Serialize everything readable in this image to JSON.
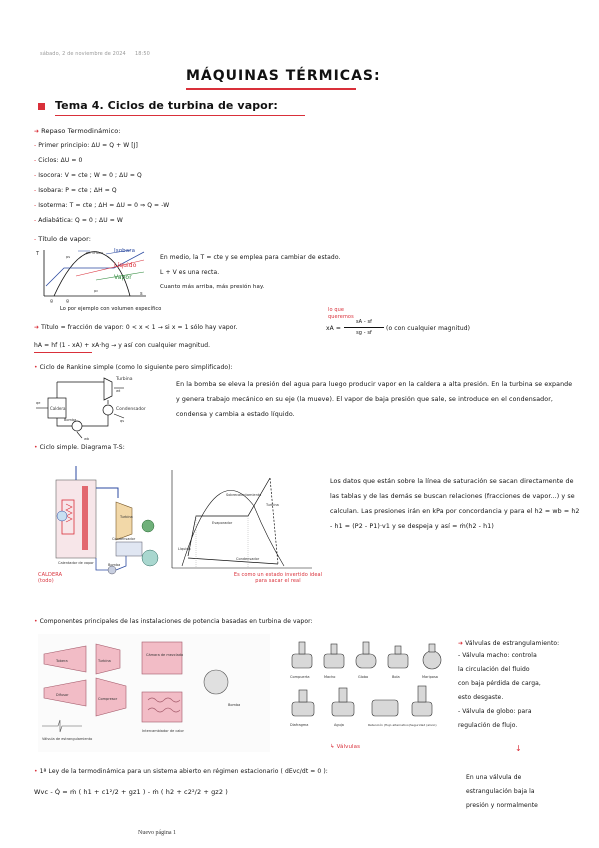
{
  "header": {
    "date": "sábado, 2 de noviembre de 2024",
    "time": "18:50"
  },
  "title": "MÁQUINAS TÉRMICAS:",
  "tema": "Tema 4. Ciclos de turbina de vapor:",
  "repaso": {
    "heading": "Repaso Termodinámico:",
    "items": [
      "Primer principio:  ΔU = Q + W  [J]",
      "Ciclos:  ΔU = 0",
      "Isocora: V = cte ;  W = 0 ;  ΔU = Q",
      "Isobara:  P = cte ;  ΔH = Q",
      "Isoterma:  T = cte ;  ΔH = ΔU = 0  ⇒  Q = -W",
      "Adiabática:  Q = 0 ;  ΔU = W"
    ]
  },
  "titulo_vapor": {
    "heading": "Título de vapor:",
    "diagram_labels": {
      "T": "T",
      "ps": "ps",
      "pc": "pc",
      "critico": "pc. crítico",
      "isobara": "Isobara",
      "liquido": "Líquido",
      "vapor": "Vapor",
      "s": "s",
      "g": "g"
    },
    "text_lines": [
      "En medio, la T = cte y se emplea para cambiar de estado.",
      "L + V es una recta.",
      "Cuanto más arriba, más presión hay."
    ],
    "note": "Lo por ejemplo con volumen específico"
  },
  "titulo_fraccion": {
    "line": "Título = fracción de vapor:  0 < x < 1  → si x = 1 sólo hay vapor.",
    "lo_que_queremos": "lo que queremos",
    "formula_lhs": "xA =",
    "formula_num": "sA - sf",
    "formula_den": "sg - sf",
    "formula_note": "(o con cualquier magnitud)",
    "line2": "hA = hf (1 - xA) + xA·hg  → y así con cualquier magnitud."
  },
  "rankine": {
    "heading": "Ciclo de Rankine simple (como lo siguiente pero simplificado):",
    "labels": {
      "caldera": "Caldera",
      "turbina": "Turbina",
      "condensador": "Condensador",
      "bomba": "Bomba",
      "qe": "qe",
      "wt": "wt",
      "qs": "qs",
      "wb": "wb"
    },
    "paragraph": "En la bomba se eleva la presión del agua para luego producir vapor en la caldera a alta presión. En la turbina se expande y genera trabajo mecánico en su eje (la mueve). El vapor de baja presión que sale, se introduce en el condensador, condensa y cambia a estado líquido."
  },
  "ciclo_ts": {
    "heading": "Ciclo simple. Diagrama T-S:",
    "labels": {
      "caldera_todo": "CALDERA (todo)",
      "turbina": "Turbina",
      "condensador": "Condensador",
      "bomba": "Bomba",
      "calentador": "Calentador de vapor",
      "es_como": "Es como un estado invertido ideal para sacar el real",
      "evaporador": "Evaporador",
      "sobrecalentamiento": "Sobrecalentamiento",
      "condensador_zone": "Condensador",
      "liquido": "Líquido",
      "turbina_zone": "Turbina"
    },
    "paragraph": "Los datos que están sobre la línea de saturación se sacan directamente de las tablas y de las demás se buscan relaciones (fracciones de vapor...) y se calculan. Las presiones irán en kPa por concordancia y para el h2 = wb = h2 - h1 = (P2 - P1)·v1 y se despeja y así = ṁ(h2 - h1)"
  },
  "componentes": {
    "heading": "Componentes principales de las instalaciones de potencia basadas en turbina de vapor:",
    "labels": {
      "tobera": "Tobera",
      "turbina": "Turbina",
      "camara": "Cámara de mezclado",
      "difusor": "Difusor",
      "compresor": "Compresor",
      "bomba": "Bomba",
      "valvula_estr": "Válvula de estrangulamiento",
      "intercambiador": "Intercambiador de calor"
    },
    "valvulas_top": [
      "Compuerta",
      "Macho",
      "Globo",
      "Bola",
      "Mariposa"
    ],
    "valvulas_bottom": [
      "Diafragma",
      "Aguja",
      "Retención (flujo alternativo)",
      "Seguridad (alivio)"
    ],
    "valvulas_caption": "Válvulas",
    "side_text": [
      "Válvulas de estrangulamiento:",
      "- Válvula macho: controla",
      "la circulación del fluido",
      "con baja pérdida de carga,",
      "esto desgaste.",
      "- Válvula de globo: para",
      "regulación de flujo."
    ],
    "side_text2": [
      "En una válvula de",
      "estrangulación baja la",
      "presión y normalmente"
    ]
  },
  "primera_ley": {
    "line": "1ª Ley de la termodinámica para un sistema abierto en régimen estacionario ( dEvc/dt = 0 ):",
    "equation": "Wvc - Q̇ = ṁ ( h1 + c1²/2 + gz1 ) - ṁ ( h2 + c2²/2 + gz2 )"
  },
  "footer": "Nuevo página 1"
}
